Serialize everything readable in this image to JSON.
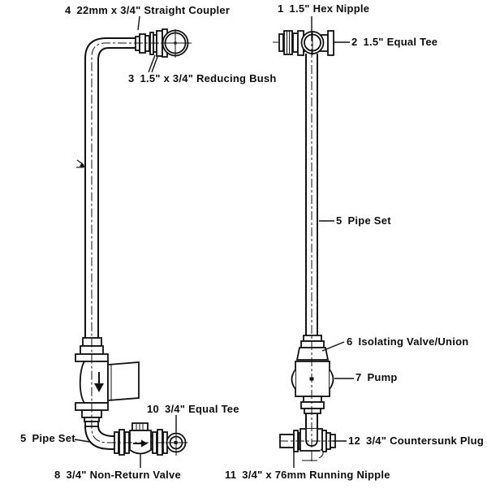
{
  "canvas": {
    "background_color": "#ffffff",
    "line_color": "#111111",
    "text_color": "#0d0d0d"
  },
  "labels": {
    "straight_coupler": {
      "num": "4",
      "text": "22mm x 3/4\" Straight Coupler"
    },
    "hex_nipple": {
      "num": "1",
      "text": "1.5\" Hex Nipple"
    },
    "equal_tee_15": {
      "num": "2",
      "text": "1.5\" Equal Tee"
    },
    "reducing_bush": {
      "num": "3",
      "text": "1.5\" x 3/4\" Reducing Bush"
    },
    "pipe_set_right": {
      "num": "5",
      "text": "Pipe Set"
    },
    "isolating_valve": {
      "num": "6",
      "text": "Isolating Valve/Union"
    },
    "pump": {
      "num": "7",
      "text": "Pump"
    },
    "equal_tee_34": {
      "num": "10",
      "text": "3/4\" Equal Tee"
    },
    "pipe_set_left": {
      "num": "5",
      "text": "Pipe Set"
    },
    "countersunk_plug": {
      "num": "12",
      "text": "3/4\" Countersunk Plug"
    },
    "non_return_valve": {
      "num": "8",
      "text": "3/4\" Non-Return Valve"
    },
    "running_nipple": {
      "num": "11",
      "text": "3/4\" x 76mm Running Nipple"
    }
  }
}
